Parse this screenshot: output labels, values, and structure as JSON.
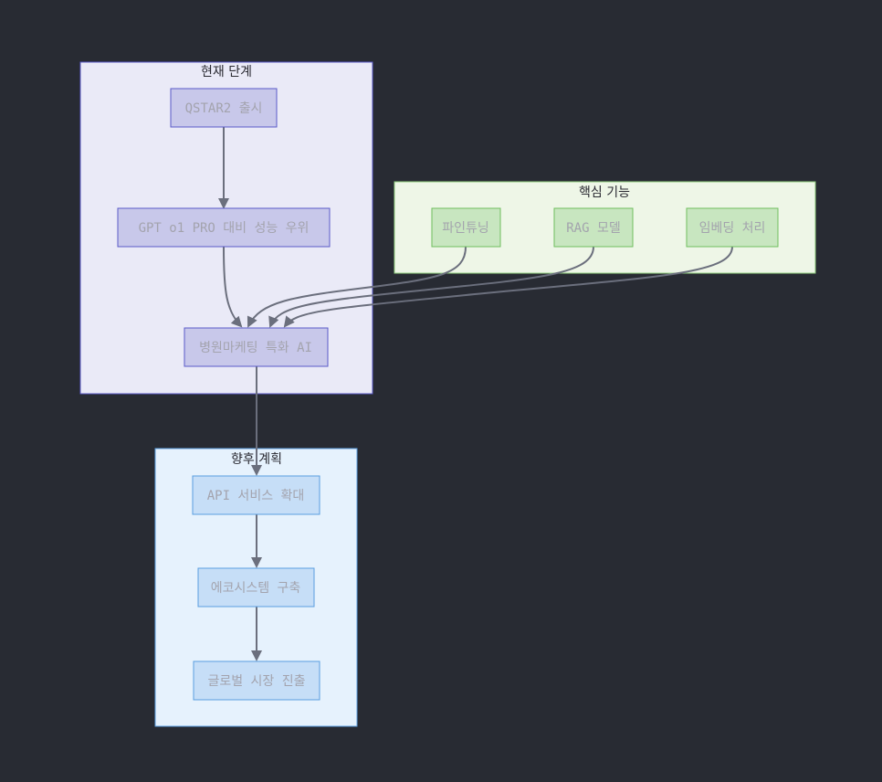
{
  "groups": {
    "current": {
      "title": "현재 단계",
      "fill": "#eaeaf7",
      "stroke": "#5a5ac8"
    },
    "core": {
      "title": "핵심 기능",
      "fill": "#eef6e7",
      "stroke": "#8fcf7e"
    },
    "future": {
      "title": "향후 계획",
      "fill": "#e6f2fd",
      "stroke": "#5a9ee0"
    }
  },
  "nodes": {
    "qstar2": {
      "label": "QSTAR2 출시"
    },
    "gpt": {
      "label": "GPT o1 PRO 대비 성능 우위"
    },
    "hospital": {
      "label": "병원마케팅 특화 AI"
    },
    "finetune": {
      "label": "파인튜닝"
    },
    "rag": {
      "label": "RAG 모델"
    },
    "embed": {
      "label": "임베딩 처리"
    },
    "api": {
      "label": "API 서비스 확대"
    },
    "eco": {
      "label": "에코시스템 구축"
    },
    "global": {
      "label": "글로벌 시장 진출"
    }
  },
  "colors": {
    "background": "#282b33",
    "edge": "#6b6f7d",
    "node_purple_fill": "#c8c8ea",
    "node_purple_stroke": "#5a5ac8",
    "node_green_fill": "#c8e6c0",
    "node_green_stroke": "#6fbf5e",
    "node_blue_fill": "#c6def7",
    "node_blue_stroke": "#5a9ee0"
  }
}
